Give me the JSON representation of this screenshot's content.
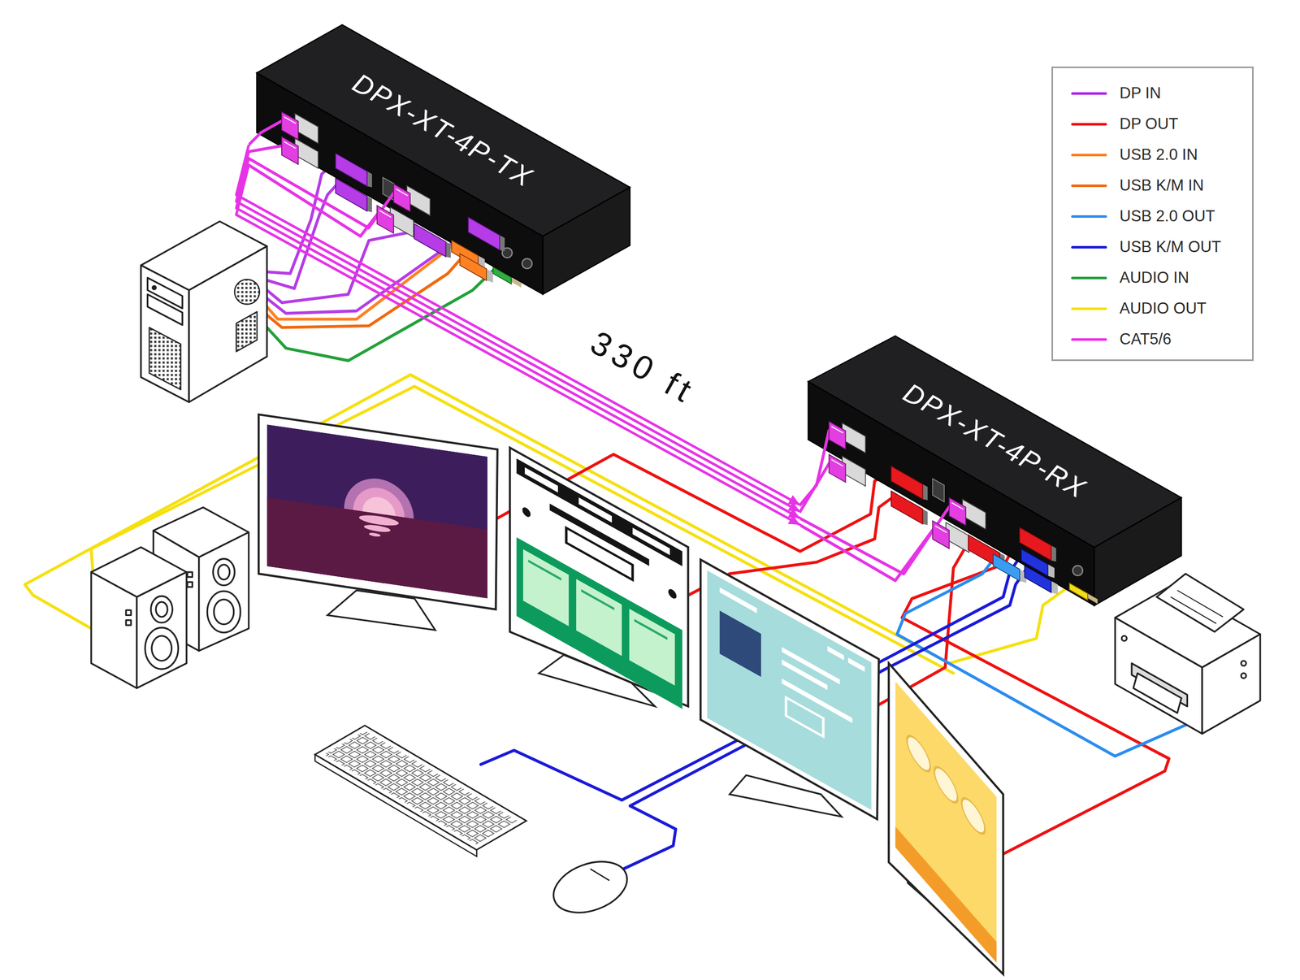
{
  "diagram": {
    "nodes": [
      {
        "text": [
          "DPX-XT-4P-TX"
        ]
      },
      {
        "text": [
          "DPX-XT-4P-RX"
        ]
      }
    ],
    "edges": [
      {
        "from": 0,
        "to": 1,
        "arrow": "to",
        "label": "330 ft"
      },
      {
        "from": 0,
        "to": 1,
        "arrow": "to"
      },
      {
        "from": 0,
        "to": 1,
        "arrow": "to"
      },
      {
        "from": 0,
        "to": 1,
        "arrow": "to"
      }
    ],
    "legend": [
      {
        "text": "DP IN"
      },
      {
        "text": "DP OUT"
      },
      {
        "text": "USB 2.0 IN"
      },
      {
        "text": "USB K/M IN"
      },
      {
        "text": "USB 2.0 OUT"
      },
      {
        "text": "USB K/M OUT"
      },
      {
        "text": "AUDIO IN"
      },
      {
        "text": "AUDIO OUT"
      },
      {
        "text": "CAT5/6"
      }
    ]
  }
}
